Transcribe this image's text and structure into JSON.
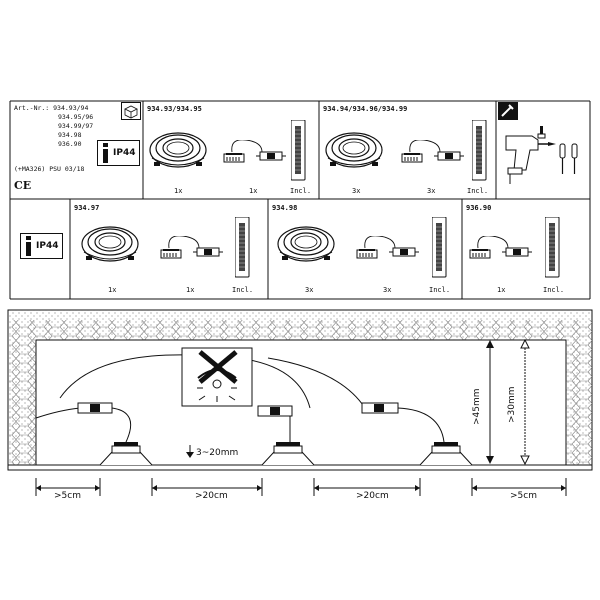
{
  "top": {
    "art_lines": [
      "Art.-Nr.: 934.93/94",
      "934.95/96",
      "934.99/97",
      "934.98",
      "936.90"
    ],
    "ma_line": "(+MA326) PSU 03/18",
    "ce": "CE",
    "ip": "IP44",
    "ip2": "IP44"
  },
  "kits": [
    {
      "header": "934.93/934.95",
      "qty_lamp": "1x",
      "qty_conn": "1x",
      "qty_psu": "Incl."
    },
    {
      "header": "934.94/934.96/934.99",
      "qty_lamp": "3x",
      "qty_conn": "3x",
      "qty_psu": "Incl."
    },
    {
      "header": "934.97",
      "qty_lamp": "1x",
      "qty_conn": "1x",
      "qty_psu": "Incl."
    },
    {
      "header": "934.98",
      "qty_lamp": "3x",
      "qty_conn": "3x",
      "qty_psu": "Incl."
    },
    {
      "header": "936.90",
      "qty_conn": "1x",
      "qty_psu": "Incl."
    }
  ],
  "install": {
    "dim_gap": "3~20mm",
    "dim_left": ">5cm",
    "dim_mid1": ">20cm",
    "dim_mid2": ">20cm",
    "dim_right": ">5cm",
    "dim_45": ">45mm",
    "dim_30": ">30mm"
  }
}
